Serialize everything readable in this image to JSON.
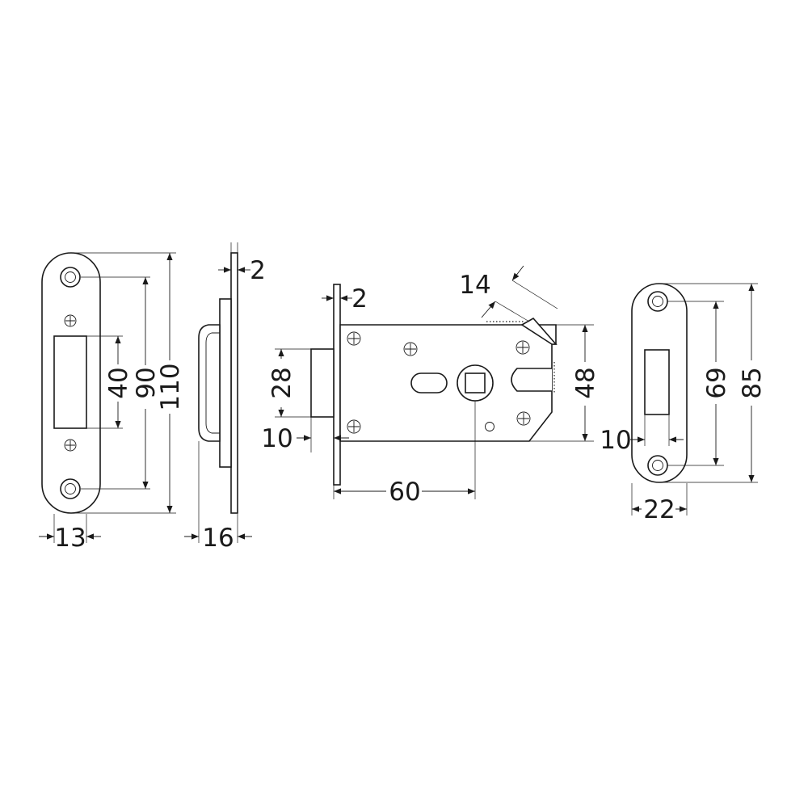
{
  "dimensions": {
    "strike_long_width": "13",
    "strike_long_height_outer": "110",
    "strike_long_hole_spacing": "90",
    "strike_long_slot_height": "40",
    "side_depth": "16",
    "side_faceplate_thickness": "2",
    "lock_faceplate_thickness": "2",
    "latch_height": "28",
    "latch_projection": "10",
    "backset": "60",
    "bolt_angle_width": "14",
    "body_height": "48",
    "strike_short_slot_offset": "10",
    "strike_short_hole_spacing": "69",
    "strike_short_height": "85",
    "strike_short_width": "22"
  },
  "colors": {
    "line": "#1a1a1a",
    "background": "#ffffff"
  },
  "icons": {
    "screw": "cross-screw-icon",
    "hole": "countersunk-hole-icon",
    "spindle": "square-spindle-icon"
  }
}
